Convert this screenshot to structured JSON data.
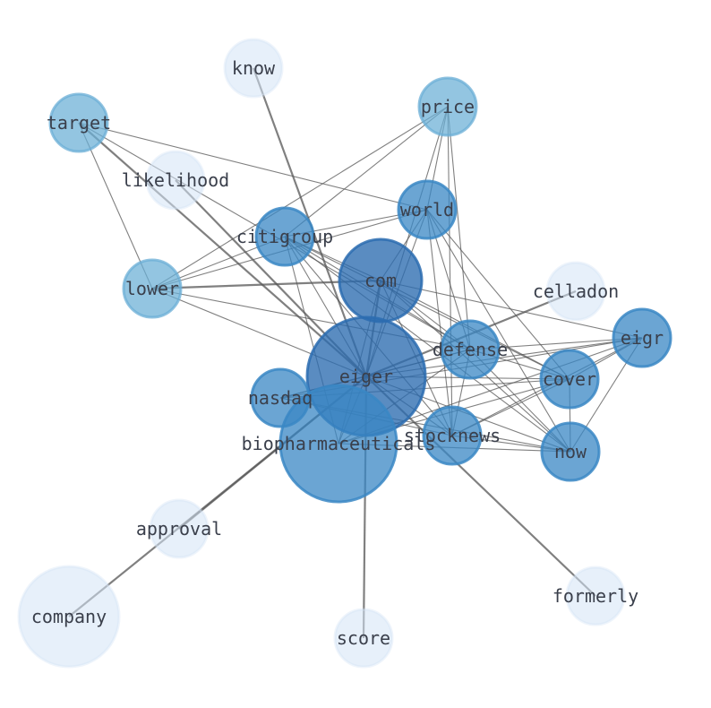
{
  "nodes": [
    {
      "id": "com",
      "label": "com",
      "shade": "dark"
    },
    {
      "id": "eiger",
      "label": "eiger",
      "shade": "dark"
    },
    {
      "id": "biopharmaceuticals",
      "label": "biopharmaceuticals",
      "shade": "mid"
    },
    {
      "id": "defense",
      "label": "defense",
      "shade": "mid"
    },
    {
      "id": "stocknews",
      "label": "stocknews",
      "shade": "mid"
    },
    {
      "id": "cover",
      "label": "cover",
      "shade": "mid"
    },
    {
      "id": "eigr",
      "label": "eigr",
      "shade": "mid"
    },
    {
      "id": "now",
      "label": "now",
      "shade": "mid"
    },
    {
      "id": "world",
      "label": "world",
      "shade": "mid"
    },
    {
      "id": "citigroup",
      "label": "citigroup",
      "shade": "mid"
    },
    {
      "id": "nasdaq",
      "label": "nasdaq",
      "shade": "mid"
    },
    {
      "id": "lower",
      "label": "lower",
      "shade": "light"
    },
    {
      "id": "price",
      "label": "price",
      "shade": "light"
    },
    {
      "id": "target",
      "label": "target",
      "shade": "light"
    },
    {
      "id": "know",
      "label": "know",
      "shade": "pale"
    },
    {
      "id": "likelihood",
      "label": "likelihood",
      "shade": "pale"
    },
    {
      "id": "celladon",
      "label": "celladon",
      "shade": "pale"
    },
    {
      "id": "approval",
      "label": "approval",
      "shade": "pale"
    },
    {
      "id": "company",
      "label": "company",
      "shade": "pale"
    },
    {
      "id": "score",
      "label": "score",
      "shade": "pale"
    },
    {
      "id": "formerly",
      "label": "formerly",
      "shade": "pale"
    }
  ],
  "edges": [
    [
      "eiger",
      "biopharmaceuticals"
    ],
    [
      "eiger",
      "com"
    ],
    [
      "eiger",
      "defense"
    ],
    [
      "eiger",
      "stocknews"
    ],
    [
      "eiger",
      "cover"
    ],
    [
      "eiger",
      "eigr"
    ],
    [
      "eiger",
      "now"
    ],
    [
      "eiger",
      "world"
    ],
    [
      "eiger",
      "citigroup"
    ],
    [
      "eiger",
      "nasdaq"
    ],
    [
      "eiger",
      "lower"
    ],
    [
      "eiger",
      "price"
    ],
    [
      "eiger",
      "target"
    ],
    [
      "eiger",
      "know"
    ],
    [
      "eiger",
      "approval"
    ],
    [
      "eiger",
      "company"
    ],
    [
      "eiger",
      "score"
    ],
    [
      "eiger",
      "formerly"
    ],
    [
      "eiger",
      "celladon"
    ],
    [
      "eiger",
      "likelihood"
    ],
    [
      "com",
      "lower"
    ],
    [
      "com",
      "world"
    ],
    [
      "com",
      "citigroup"
    ],
    [
      "com",
      "defense"
    ],
    [
      "com",
      "cover"
    ],
    [
      "com",
      "stocknews"
    ],
    [
      "com",
      "now"
    ],
    [
      "com",
      "eigr"
    ],
    [
      "com",
      "biopharmaceuticals"
    ],
    [
      "target",
      "lower"
    ],
    [
      "target",
      "world"
    ],
    [
      "target",
      "defense"
    ],
    [
      "price",
      "lower"
    ],
    [
      "price",
      "citigroup"
    ],
    [
      "price",
      "world"
    ],
    [
      "price",
      "defense"
    ],
    [
      "price",
      "stocknews"
    ],
    [
      "world",
      "citigroup"
    ],
    [
      "world",
      "lower"
    ],
    [
      "world",
      "defense"
    ],
    [
      "world",
      "cover"
    ],
    [
      "world",
      "now"
    ],
    [
      "world",
      "stocknews"
    ],
    [
      "citigroup",
      "lower"
    ],
    [
      "citigroup",
      "defense"
    ],
    [
      "citigroup",
      "stocknews"
    ],
    [
      "citigroup",
      "cover"
    ],
    [
      "citigroup",
      "now"
    ],
    [
      "citigroup",
      "biopharmaceuticals"
    ],
    [
      "lower",
      "defense"
    ],
    [
      "defense",
      "eigr"
    ],
    [
      "defense",
      "cover"
    ],
    [
      "defense",
      "stocknews"
    ],
    [
      "defense",
      "now"
    ],
    [
      "defense",
      "nasdaq"
    ],
    [
      "defense",
      "biopharmaceuticals"
    ],
    [
      "eigr",
      "cover"
    ],
    [
      "eigr",
      "now"
    ],
    [
      "eigr",
      "stocknews"
    ],
    [
      "eigr",
      "nasdaq"
    ],
    [
      "eigr",
      "biopharmaceuticals"
    ],
    [
      "cover",
      "stocknews"
    ],
    [
      "cover",
      "now"
    ],
    [
      "cover",
      "nasdaq"
    ],
    [
      "cover",
      "biopharmaceuticals"
    ],
    [
      "stocknews",
      "now"
    ],
    [
      "stocknews",
      "nasdaq"
    ],
    [
      "now",
      "nasdaq"
    ],
    [
      "now",
      "biopharmaceuticals"
    ]
  ],
  "colors": {
    "dark": "#2b6cb0",
    "mid": "#3a87c4",
    "light": "#6aaed6",
    "pale": "#d4e3f6",
    "edge": "#555555",
    "label": "#3a3f4b"
  }
}
